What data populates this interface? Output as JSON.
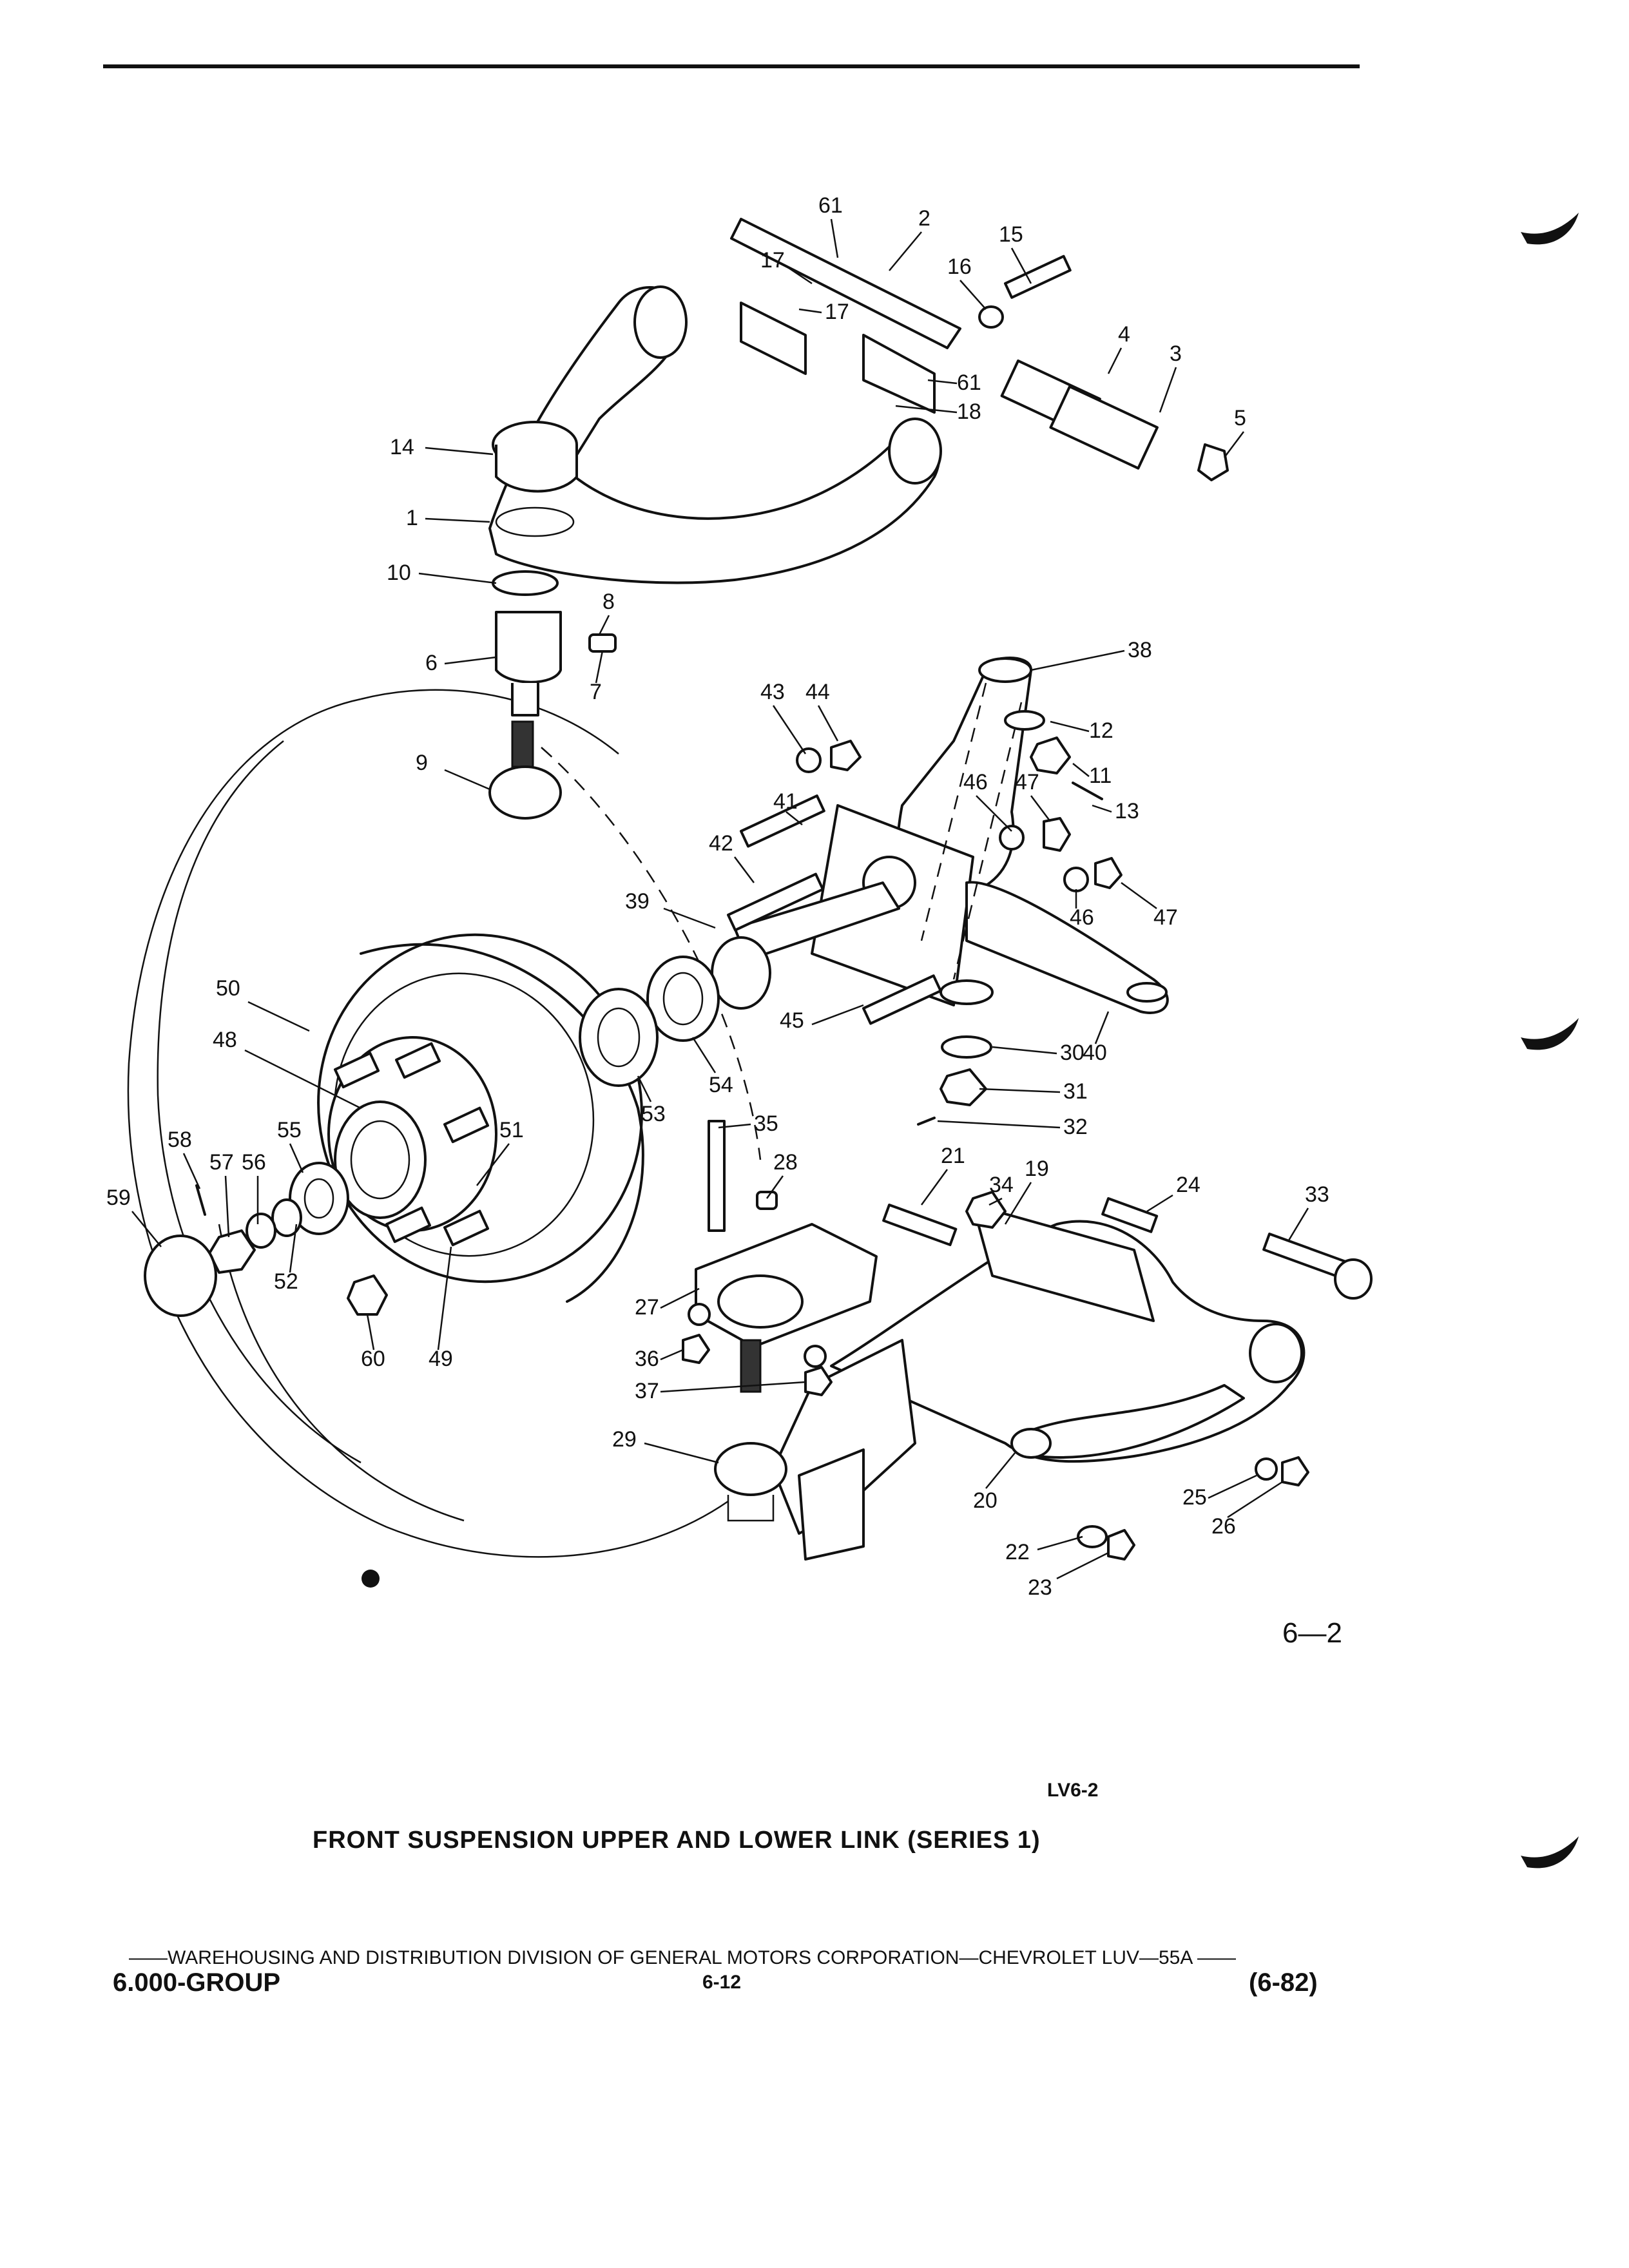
{
  "figure_number": "6—2",
  "drawing_code": "LV6-2",
  "title": "FRONT SUSPENSION UPPER AND LOWER LINK (SERIES 1)",
  "footer": {
    "division_line": "——WAREHOUSING AND DISTRIBUTION  DIVISION OF GENERAL MOTORS CORPORATION—CHEVROLET LUV—55A   ——",
    "group": "6.000-GROUP",
    "page": "6-12",
    "date": "(6-82)"
  },
  "callouts": [
    "61",
    "2",
    "15",
    "17",
    "16",
    "17",
    "4",
    "3",
    "61",
    "18",
    "5",
    "14",
    "1",
    "10",
    "8",
    "6",
    "7",
    "38",
    "43",
    "44",
    "12",
    "11",
    "9",
    "47",
    "46",
    "13",
    "41",
    "42",
    "46",
    "47",
    "39",
    "50",
    "48",
    "45",
    "30",
    "40",
    "54",
    "53",
    "31",
    "32",
    "35",
    "55",
    "51",
    "58",
    "57",
    "56",
    "28",
    "21",
    "34",
    "19",
    "24",
    "33",
    "59",
    "52",
    "27",
    "36",
    "37",
    "60",
    "49",
    "29",
    "25",
    "26",
    "20",
    "22",
    "23"
  ]
}
